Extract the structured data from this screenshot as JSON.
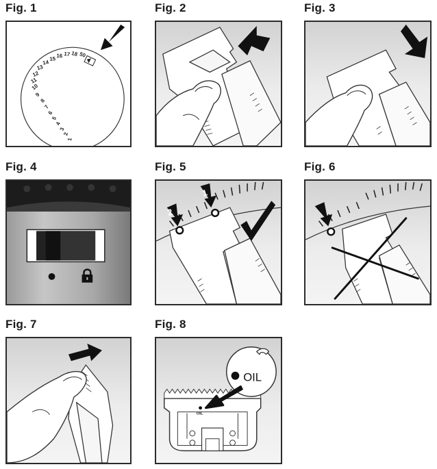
{
  "figures": [
    {
      "label": "Fig. 1"
    },
    {
      "label": "Fig. 2"
    },
    {
      "label": "Fig. 3"
    },
    {
      "label": "Fig. 4"
    },
    {
      "label": "Fig. 5",
      "marker_1": "1",
      "marker_2": "2"
    },
    {
      "label": "Fig. 6"
    },
    {
      "label": "Fig. 7"
    },
    {
      "label": "Fig. 8",
      "oil_label": "OIL",
      "blade_oil_label": "OIL"
    }
  ],
  "colors": {
    "frame": "#2b2b2b",
    "panel_gray": "#d8d8d8",
    "ink": "#1a1a1a"
  }
}
